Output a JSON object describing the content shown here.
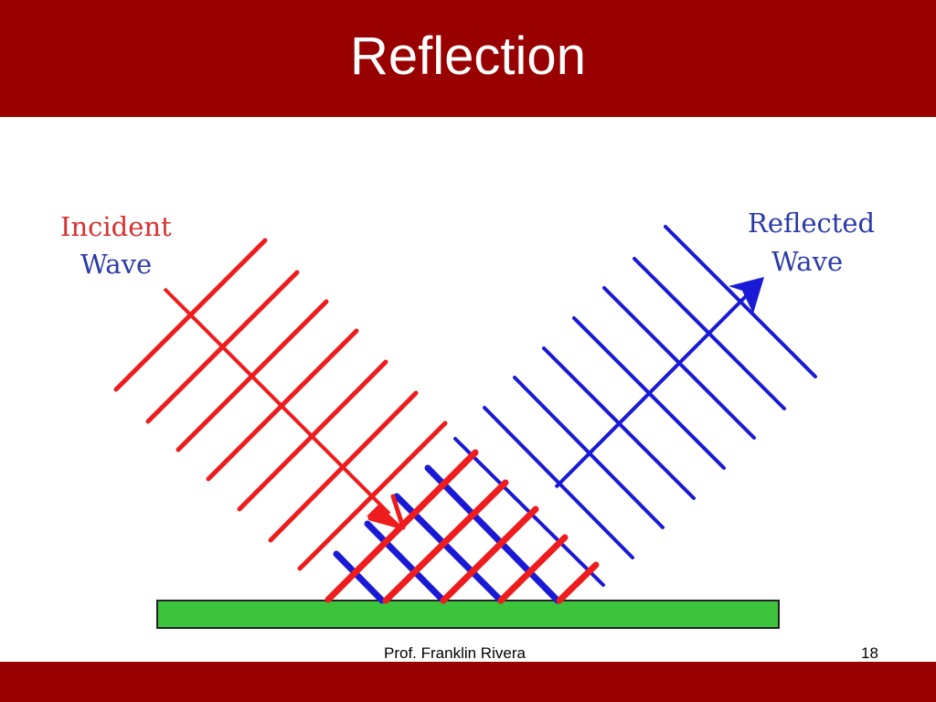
{
  "slide": {
    "title": "Reflection",
    "author": "Prof. Franklin Rivera",
    "page_number": "18",
    "header_color": "#990000"
  },
  "diagram": {
    "incident_label_line1": "Incident",
    "incident_label_line2": "Wave",
    "reflected_label_line1": "Reflected",
    "reflected_label_line2": "Wave",
    "colors": {
      "incident": "#ee1c1c",
      "reflected": "#1a1ad6",
      "surface": "#3dc43d"
    }
  }
}
